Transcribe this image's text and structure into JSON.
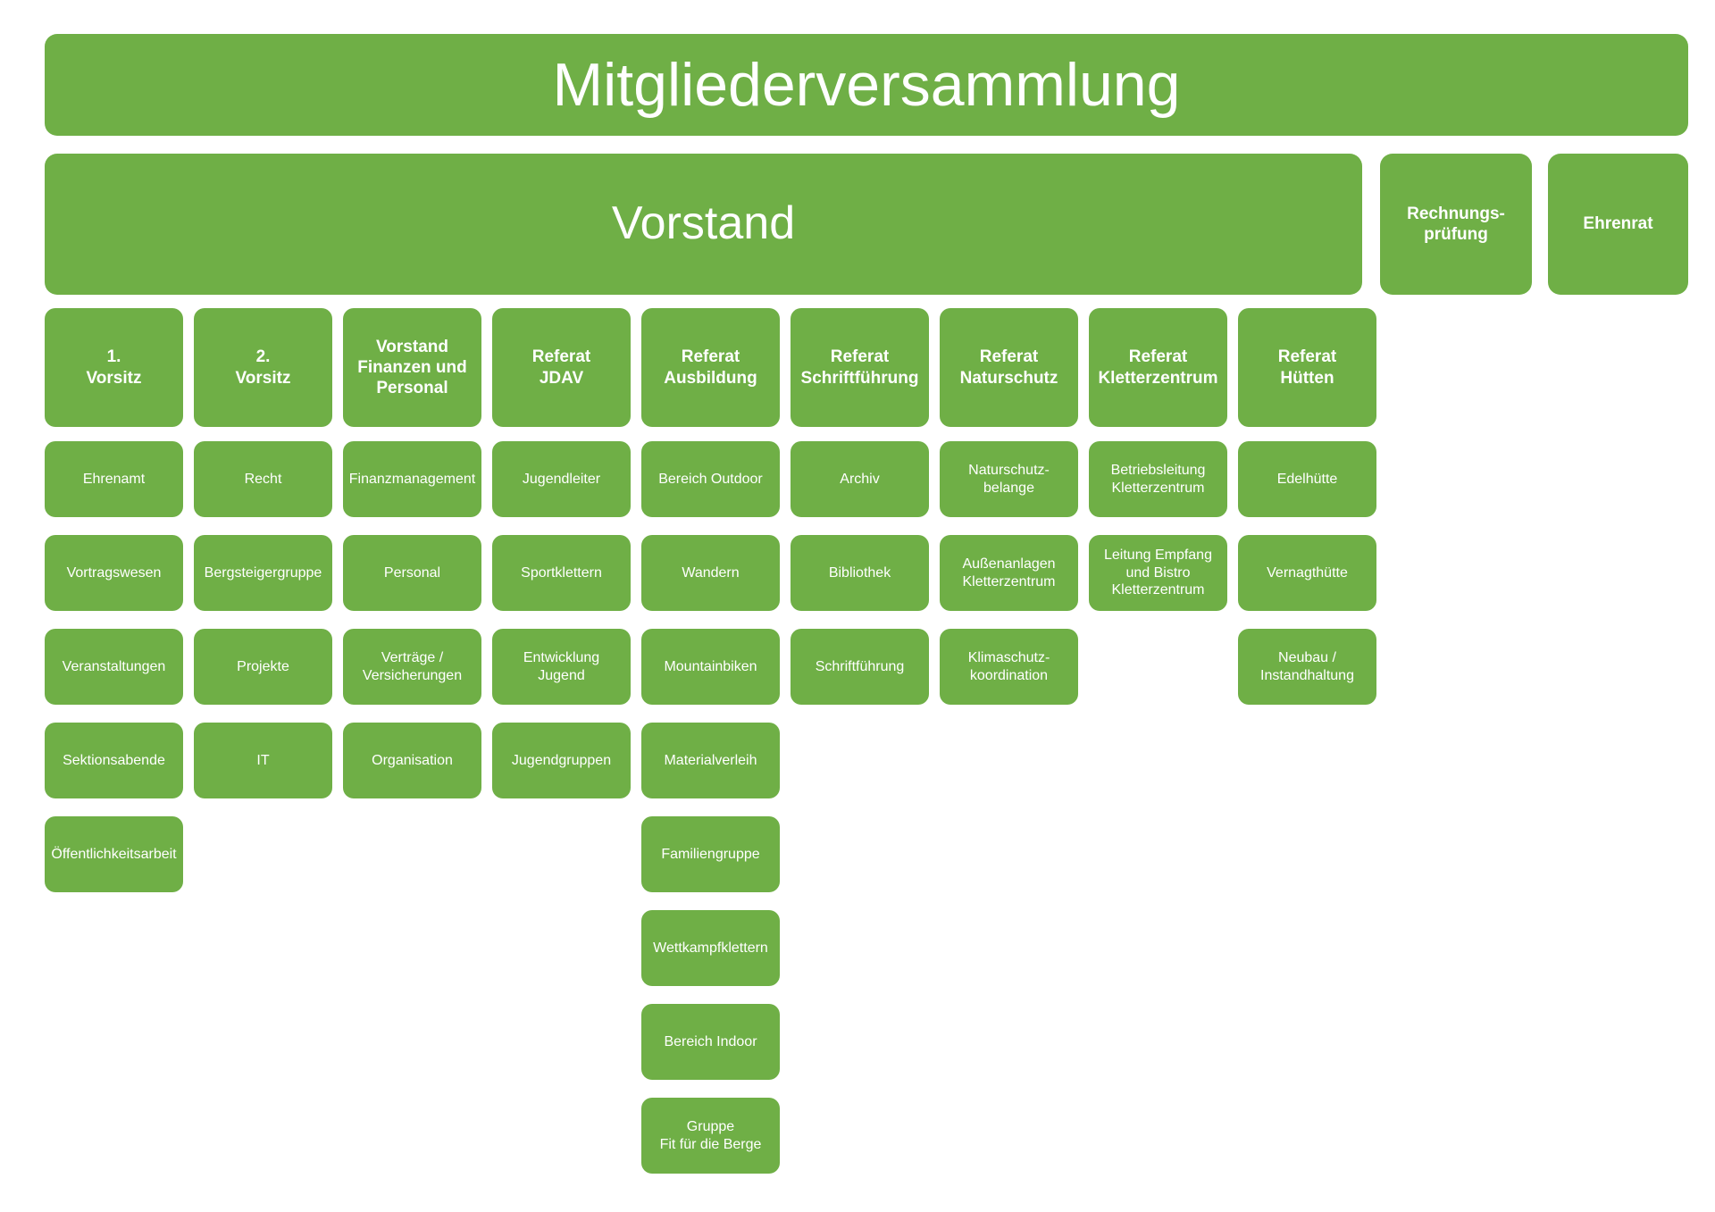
{
  "theme": {
    "box_color": "#6FAF46",
    "text_color": "#FFFFFF",
    "background": "#FFFFFF"
  },
  "chart_data": {
    "type": "diagram",
    "title": "Mitgliederversammlung",
    "subtitle": "Vorstand"
  },
  "top": {
    "assembly": "Mitgliederversammlung",
    "board": "Vorstand",
    "aside": [
      "Rechnungs-\nprüfung",
      "Ehrenrat"
    ]
  },
  "columns": [
    {
      "header": "1.\nVorsitz",
      "items": [
        "Ehrenamt",
        "Vortragswesen",
        "Veranstaltungen",
        "Sektionsabende",
        "Öffentlichkeitsarbeit"
      ]
    },
    {
      "header": "2.\nVorsitz",
      "items": [
        "Recht",
        "Bergsteigergruppe",
        "Projekte",
        "IT"
      ]
    },
    {
      "header": "Vorstand\nFinanzen und\nPersonal",
      "items": [
        "Finanzmanagement",
        "Personal",
        "Verträge /\nVersicherungen",
        "Organisation"
      ]
    },
    {
      "header": "Referat\nJDAV",
      "items": [
        "Jugendleiter",
        "Sportklettern",
        "Entwicklung\nJugend",
        "Jugendgruppen"
      ]
    },
    {
      "header": "Referat\nAusbildung",
      "items": [
        "Bereich Outdoor",
        "Wandern",
        "Mountainbiken",
        "Materialverleih",
        "Familiengruppe",
        "Wettkampfklettern",
        "Bereich Indoor",
        "Gruppe\nFit für die Berge"
      ]
    },
    {
      "header": "Referat\nSchriftführung",
      "items": [
        "Archiv",
        "Bibliothek",
        "Schriftführung"
      ]
    },
    {
      "header": "Referat\nNaturschutz",
      "items": [
        "Naturschutz-\nbelange",
        "Außenanlagen\nKletterzentrum",
        "Klimaschutz-\nkoordination"
      ]
    },
    {
      "header": "Referat\nKletterzentrum",
      "items": [
        "Betriebsleitung\nKletterzentrum",
        "Leitung Empfang\nund Bistro\nKletterzentrum"
      ]
    },
    {
      "header": "Referat\nHütten",
      "items": [
        "Edelhütte",
        "Vernagthütte",
        "Neubau /\nInstandhaltung"
      ]
    }
  ]
}
